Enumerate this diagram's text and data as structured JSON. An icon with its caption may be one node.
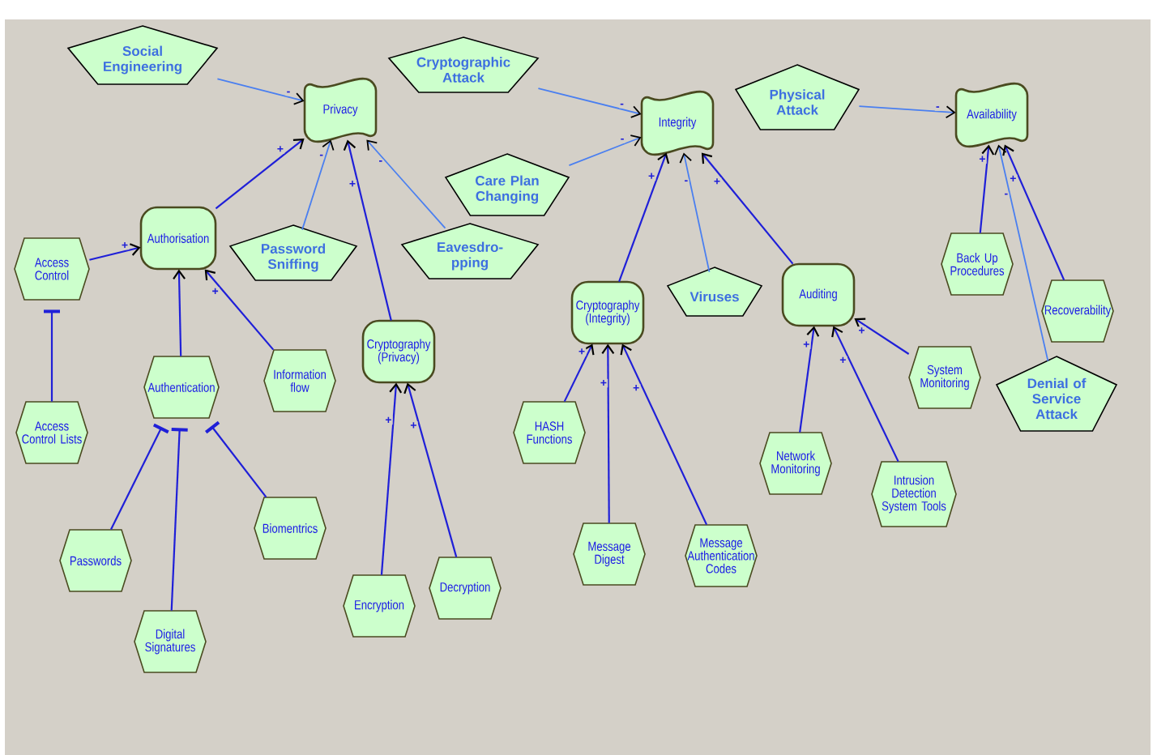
{
  "diagram": {
    "nodes": [
      {
        "text": [
          "Social Engineering"
        ]
      },
      {
        "text": [
          "Privacy"
        ]
      },
      {
        "text": [
          "Cryptographic Attack"
        ]
      },
      {
        "text": [
          "Integrity"
        ]
      },
      {
        "text": [
          "Physical Attack"
        ]
      },
      {
        "text": [
          "Availability"
        ]
      },
      {
        "text": [
          "Care Plan Changing"
        ]
      },
      {
        "text": [
          "Authorisation"
        ]
      },
      {
        "text": [
          "Access Control"
        ]
      },
      {
        "text": [
          "Password Sniffing"
        ]
      },
      {
        "text": [
          "Eavesdro- pping"
        ]
      },
      {
        "text": [
          "Viruses"
        ]
      },
      {
        "text": [
          "Cryptography (Integrity)"
        ]
      },
      {
        "text": [
          "Auditing"
        ]
      },
      {
        "text": [
          "Back Up Procedures"
        ]
      },
      {
        "text": [
          "Recoverability"
        ]
      },
      {
        "text": [
          "Information flow"
        ]
      },
      {
        "text": [
          "Authentication"
        ]
      },
      {
        "text": [
          "Cryptography (Privacy)"
        ]
      },
      {
        "text": [
          "System Monitoring"
        ]
      },
      {
        "text": [
          "Denial of Service Attack"
        ]
      },
      {
        "text": [
          "Access Control Lists"
        ]
      },
      {
        "text": [
          "HASH Functions"
        ]
      },
      {
        "text": [
          "Biomentrics"
        ]
      },
      {
        "text": [
          "Network Monitoring"
        ]
      },
      {
        "text": [
          "Intrusion Detection System Tools"
        ]
      },
      {
        "text": [
          "Passwords"
        ]
      },
      {
        "text": [
          "Encryption"
        ]
      },
      {
        "text": [
          "Decryption"
        ]
      },
      {
        "text": [
          "Digital Signatures"
        ]
      },
      {
        "text": [
          "Message Digest"
        ]
      },
      {
        "text": [
          "Message Authentication Codes"
        ]
      }
    ],
    "edges": [
      {
        "from": 0,
        "to": 1,
        "arrow": "to",
        "label": "-",
        "color": "#4a7ff0"
      },
      {
        "from": 7,
        "to": 1,
        "arrow": "to",
        "label": "+"
      },
      {
        "from": 9,
        "to": 1,
        "arrow": "to",
        "label": "-",
        "color": "#4a7ff0"
      },
      {
        "from": 18,
        "to": 1,
        "arrow": "to",
        "label": "+"
      },
      {
        "from": 10,
        "to": 1,
        "arrow": "to",
        "label": "-",
        "color": "#4a7ff0"
      },
      {
        "from": 2,
        "to": 3,
        "arrow": "to",
        "label": "-",
        "color": "#4a7ff0"
      },
      {
        "from": 6,
        "to": 3,
        "arrow": "to",
        "label": "-",
        "color": "#4a7ff0"
      },
      {
        "from": 12,
        "to": 3,
        "arrow": "to",
        "label": "+"
      },
      {
        "from": 11,
        "to": 3,
        "arrow": "to",
        "label": "-",
        "color": "#4a7ff0"
      },
      {
        "from": 13,
        "to": 3,
        "arrow": "to",
        "label": "+"
      },
      {
        "from": 4,
        "to": 5,
        "arrow": "to",
        "label": "-",
        "color": "#4a7ff0"
      },
      {
        "from": 14,
        "to": 5,
        "arrow": "to",
        "label": "+"
      },
      {
        "from": 20,
        "to": 5,
        "arrow": "to",
        "label": "-",
        "color": "#4a7ff0"
      },
      {
        "from": 15,
        "to": 5,
        "arrow": "to",
        "label": "+"
      },
      {
        "from": 8,
        "to": 7,
        "arrow": "to",
        "label": "+"
      },
      {
        "from": 17,
        "to": 7,
        "arrow": "to"
      },
      {
        "from": 16,
        "to": 7,
        "arrow": "to",
        "label": "+"
      },
      {
        "from": 27,
        "to": 18,
        "arrow": "to",
        "label": "+"
      },
      {
        "from": 28,
        "to": 18,
        "arrow": "to",
        "label": "+"
      },
      {
        "from": 22,
        "to": 12,
        "arrow": "to",
        "label": "+"
      },
      {
        "from": 30,
        "to": 12,
        "arrow": "to",
        "label": "+"
      },
      {
        "from": 31,
        "to": 12,
        "arrow": "to",
        "label": "+"
      },
      {
        "from": 24,
        "to": 13,
        "arrow": "to",
        "label": "+"
      },
      {
        "from": 25,
        "to": 13,
        "arrow": "to",
        "label": "+"
      },
      {
        "from": 19,
        "to": 13,
        "arrow": "to",
        "label": "+"
      },
      {
        "from": 8,
        "to": 21,
        "arrow": "other"
      },
      {
        "from": 17,
        "to": 26,
        "arrow": "other"
      },
      {
        "from": 17,
        "to": 29,
        "arrow": "other"
      },
      {
        "from": 17,
        "to": 23,
        "arrow": "other"
      }
    ]
  }
}
